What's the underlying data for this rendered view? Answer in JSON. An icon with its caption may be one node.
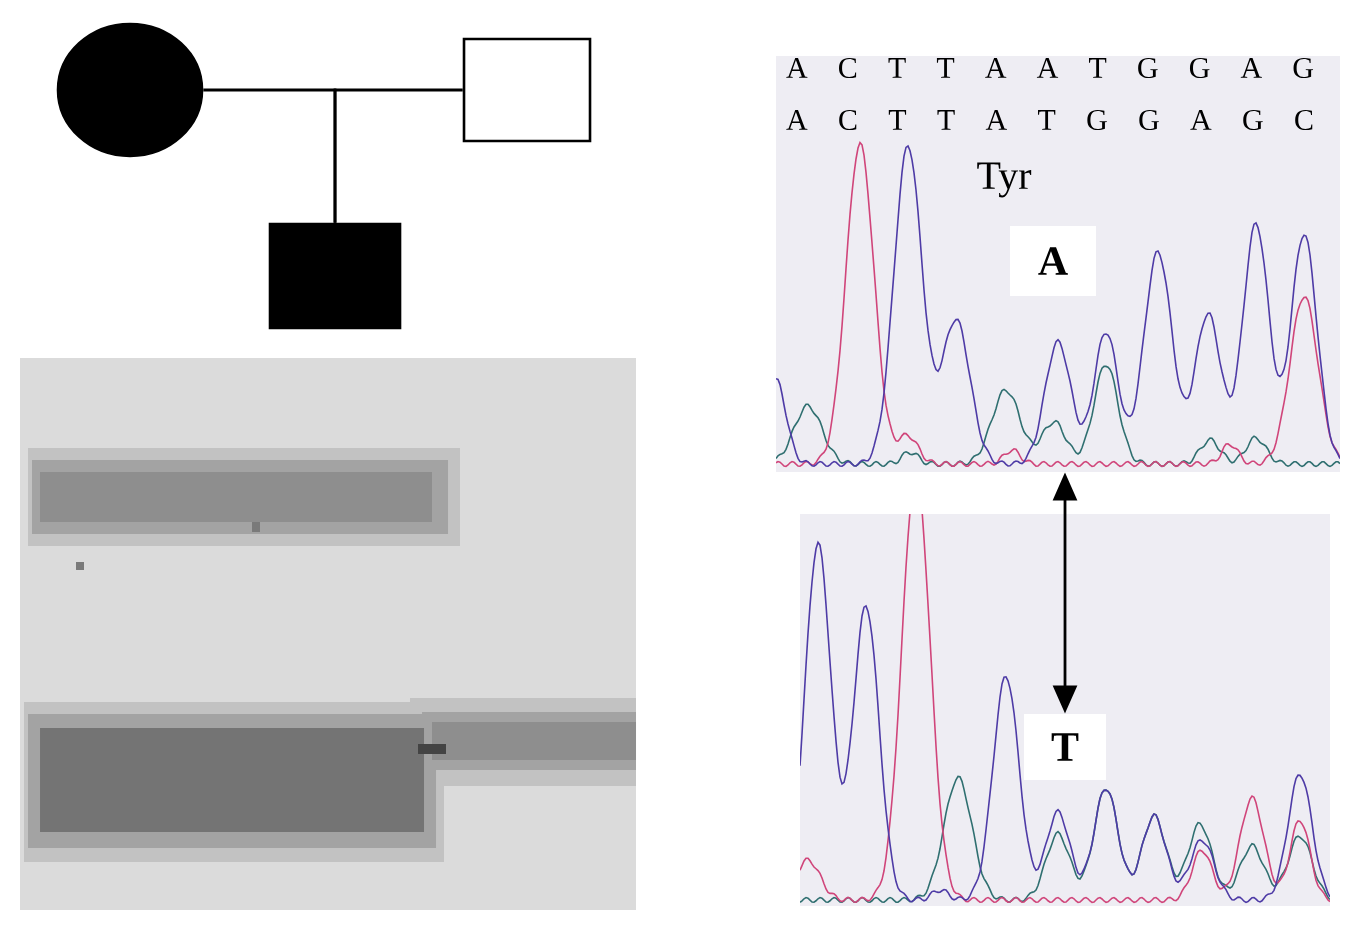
{
  "diagram": {
    "nodes": [
      {
        "text": [],
        "shape": "circle"
      },
      {
        "text": [],
        "shape": "box"
      },
      {
        "text": [],
        "shape": "box"
      },
      {
        "text": [],
        "shape": "picture"
      },
      {
        "text": [
          "A"
        ],
        "in": 3
      },
      {
        "text": [],
        "shape": "picture"
      },
      {
        "text": [
          "T"
        ],
        "in": 5
      }
    ],
    "edges": [
      {
        "from": 0,
        "to": 2,
        "arrow": "none"
      },
      {
        "from": 1,
        "to": 2,
        "arrow": "none"
      },
      {
        "from": 3,
        "to": 6,
        "arrow": "both"
      }
    ],
    "labels": [
      "A C T T A A T G G A G",
      "A C T T A T G G A G C",
      "Tyr"
    ]
  }
}
